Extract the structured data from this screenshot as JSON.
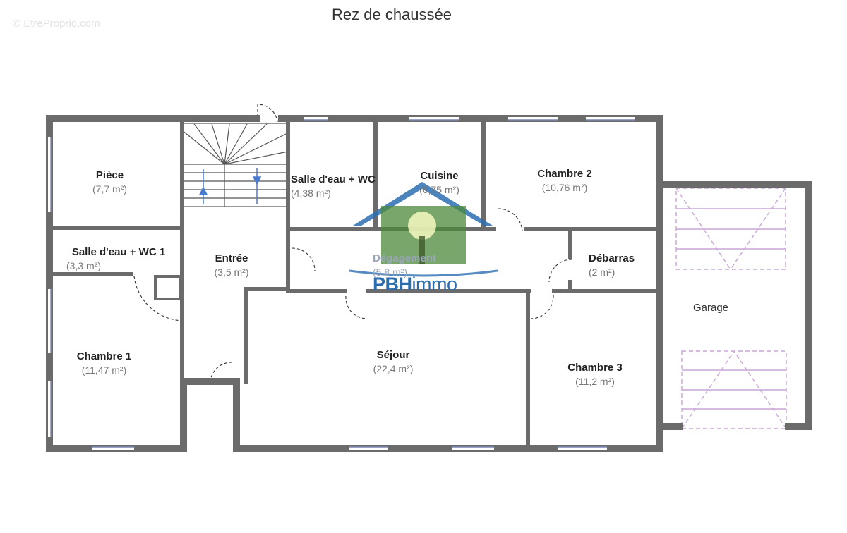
{
  "plan": {
    "title": "Rez de chaussée",
    "watermark": "© EtreProprio.com",
    "brand": {
      "bold": "PBH",
      "light": "immo"
    },
    "colors": {
      "wall": "#6b6b6b",
      "window": "#7a86b0",
      "stair_arrow": "#4a7bd0",
      "garage_ramp": "#c9a6d6",
      "brand": "#2c6db0"
    }
  },
  "rooms": {
    "piece": {
      "name": "Pièce",
      "area": "(7,7 m²)"
    },
    "salle_eau_wc1": {
      "name": "Salle d'eau + WC 1",
      "area": "(3,3 m²)"
    },
    "chambre1": {
      "name": "Chambre 1",
      "area": "(11,47 m²)"
    },
    "entree": {
      "name": "Entrée",
      "area": "(3,5 m²)"
    },
    "salle_eau_wc": {
      "name": "Salle d'eau + WC",
      "area": "(4,38 m²)"
    },
    "cuisine": {
      "name": "Cuisine",
      "area": "(6,75 m²)"
    },
    "chambre2": {
      "name": "Chambre 2",
      "area": "(10,76 m²)"
    },
    "degagement": {
      "name": "Dégagement",
      "area": "(5,8 m²)"
    },
    "debarras": {
      "name": "Débarras",
      "area": "(2 m²)"
    },
    "sejour": {
      "name": "Séjour",
      "area": "(22,4 m²)"
    },
    "chambre3": {
      "name": "Chambre 3",
      "area": "(11,2 m²)"
    },
    "garage": {
      "name": "Garage"
    }
  }
}
